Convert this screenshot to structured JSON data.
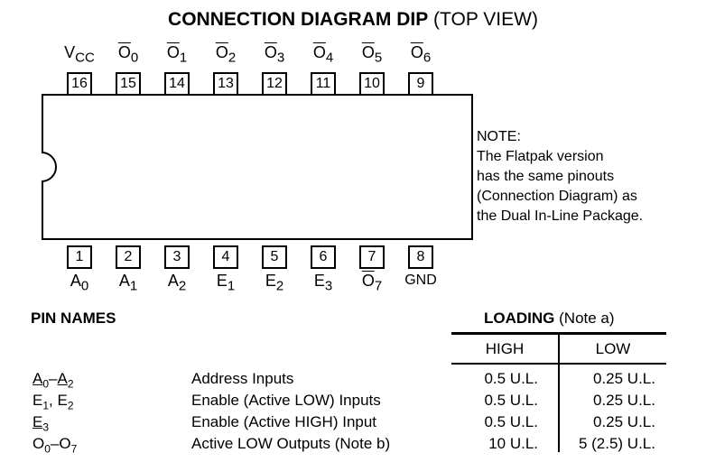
{
  "diagram": {
    "title_bold": "CONNECTION DIAGRAM DIP",
    "title_light": "(TOP VIEW)",
    "top_pins": [
      {
        "num": "16",
        "name": "V",
        "sub": "CC",
        "overline": false
      },
      {
        "num": "15",
        "name": "O",
        "sub": "0",
        "overline": true
      },
      {
        "num": "14",
        "name": "O",
        "sub": "1",
        "overline": true
      },
      {
        "num": "13",
        "name": "O",
        "sub": "2",
        "overline": true
      },
      {
        "num": "12",
        "name": "O",
        "sub": "3",
        "overline": true
      },
      {
        "num": "11",
        "name": "O",
        "sub": "4",
        "overline": true
      },
      {
        "num": "10",
        "name": "O",
        "sub": "5",
        "overline": true
      },
      {
        "num": "9",
        "name": "O",
        "sub": "6",
        "overline": true
      }
    ],
    "bottom_pins": [
      {
        "num": "1",
        "name": "A",
        "sub": "0",
        "overline": false
      },
      {
        "num": "2",
        "name": "A",
        "sub": "1",
        "overline": false
      },
      {
        "num": "3",
        "name": "A",
        "sub": "2",
        "overline": false
      },
      {
        "num": "4",
        "name": "E",
        "sub": "1",
        "overline": false
      },
      {
        "num": "5",
        "name": "E",
        "sub": "2",
        "overline": false
      },
      {
        "num": "6",
        "name": "E",
        "sub": "3",
        "overline": false
      },
      {
        "num": "7",
        "name": "O",
        "sub": "7",
        "overline": true
      },
      {
        "num": "8",
        "name": "GND",
        "sub": "",
        "overline": false
      }
    ],
    "note_lines": [
      "NOTE:",
      "The Flatpak version",
      "has the same pinouts",
      "(Connection Diagram) as",
      "the Dual In-Line Package."
    ]
  },
  "pin_names": {
    "heading": "PIN NAMES",
    "loading_heading": "LOADING",
    "loading_note": "(Note a)",
    "col_high": "HIGH",
    "col_low": "LOW",
    "rows": [
      {
        "pins_html": "<span style=\"text-decoration:underline\">A</span><sub>0</sub>–<span style=\"text-decoration:underline\">A</span><sub>2</sub>",
        "desc": "Address Inputs",
        "high": "0.5 U.L.",
        "low": "0.25 U.L."
      },
      {
        "pins_html": "E<sub>1</sub>, E<sub>2</sub>",
        "desc": "Enable (Active LOW) Inputs",
        "high": "0.5 U.L.",
        "low": "0.25 U.L."
      },
      {
        "pins_html": "<span style=\"text-decoration:underline\">E</span><sub>3</sub>",
        "desc": "Enable (Active HIGH) Input",
        "high": "0.5 U.L.",
        "low": "0.25 U.L."
      },
      {
        "pins_html": "O<sub>0</sub>–O<sub>7</sub>",
        "desc": "Active LOW Outputs (Note b)",
        "high": "10 U.L.",
        "low": "5 (2.5) U.L."
      }
    ]
  }
}
